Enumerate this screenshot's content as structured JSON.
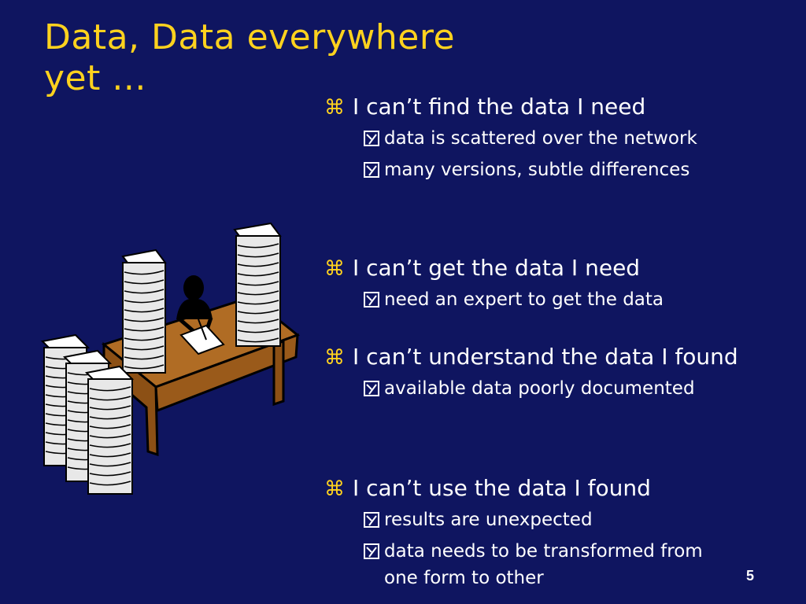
{
  "slide": {
    "title": "Data, Data everywhere\nyet ...",
    "page_number": "5"
  },
  "colors": {
    "background": "#0f1560",
    "title": "#ffd21e",
    "text": "#ffffff",
    "bullet_marker": "#ffd21e"
  },
  "icons": {
    "bullet_marker": "command-key-icon",
    "sub_bullet_marker": "checkbox-y-icon",
    "illustration": "desk-with-paper-stacks-illustration"
  },
  "bullets": [
    {
      "text": "I can’t find the data I need",
      "subs": [
        "data is scattered over the network",
        "many versions, subtle differences"
      ]
    },
    {
      "text": "I can’t get the data I need",
      "subs": [
        "need an expert to get the data"
      ]
    },
    {
      "text": "I can’t understand the data I found",
      "subs": [
        "available data poorly documented"
      ]
    },
    {
      "text": "I can’t use the data I found",
      "subs": [
        "results are unexpected",
        "data needs to be transformed from one form to other"
      ]
    }
  ]
}
